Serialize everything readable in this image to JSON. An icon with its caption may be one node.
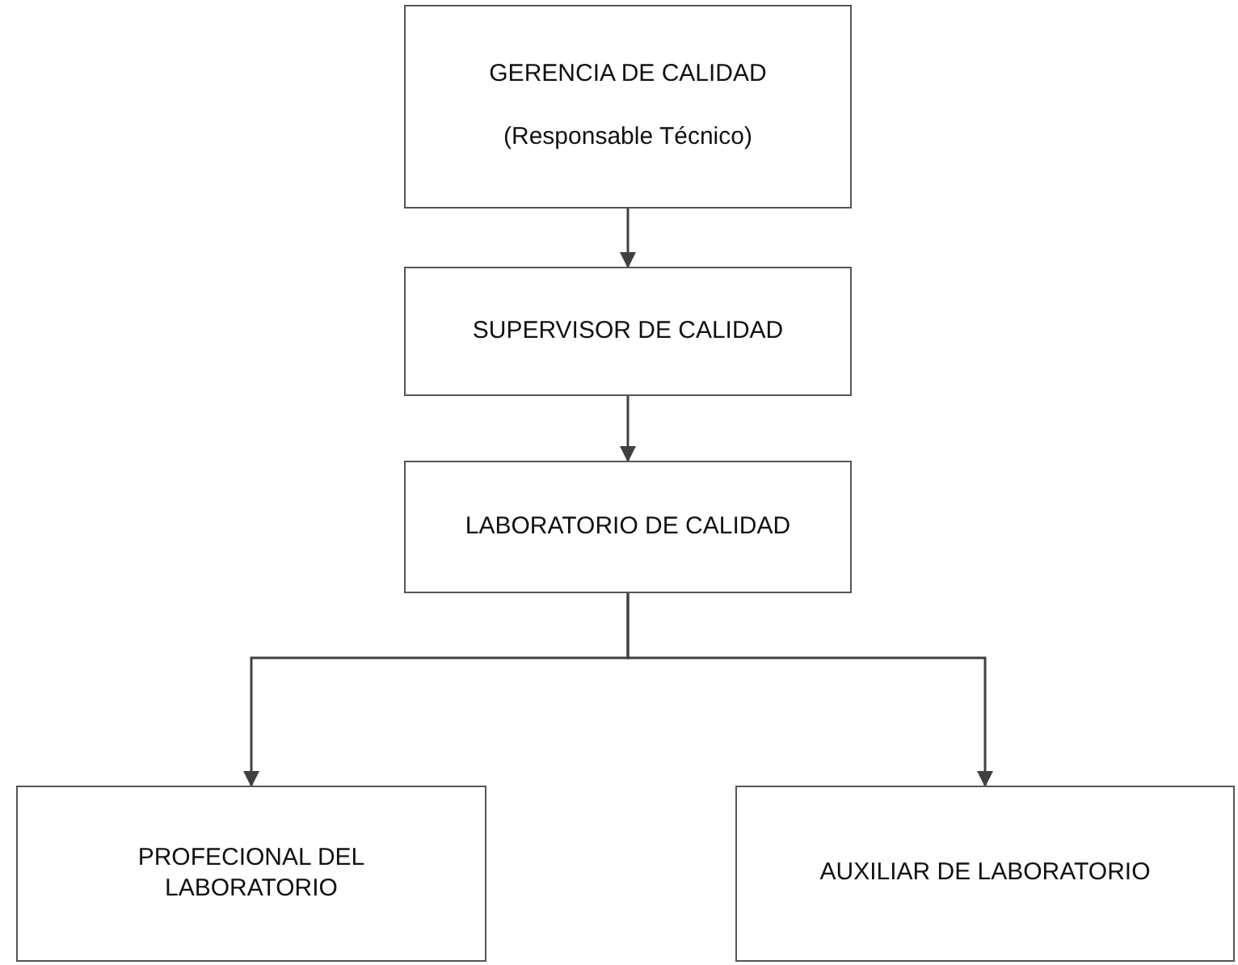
{
  "diagram": {
    "nodes": [
      {
        "text": [
          "GERENCIA DE CALIDAD",
          "(Responsable Técnico)"
        ]
      },
      {
        "text": [
          "SUPERVISOR DE CALIDAD"
        ]
      },
      {
        "text": [
          "LABORATORIO DE CALIDAD"
        ]
      },
      {
        "text": [
          "PROFECIONAL DEL LABORATORIO"
        ]
      },
      {
        "text": [
          "AUXILIAR DE LABORATORIO"
        ]
      }
    ],
    "edges": [
      {
        "from": 0,
        "to": 1,
        "arrow": "to"
      },
      {
        "from": 1,
        "to": 2,
        "arrow": "to"
      },
      {
        "from": 2,
        "to": 3,
        "arrow": "to"
      },
      {
        "from": 2,
        "to": 4,
        "arrow": "to"
      }
    ]
  }
}
